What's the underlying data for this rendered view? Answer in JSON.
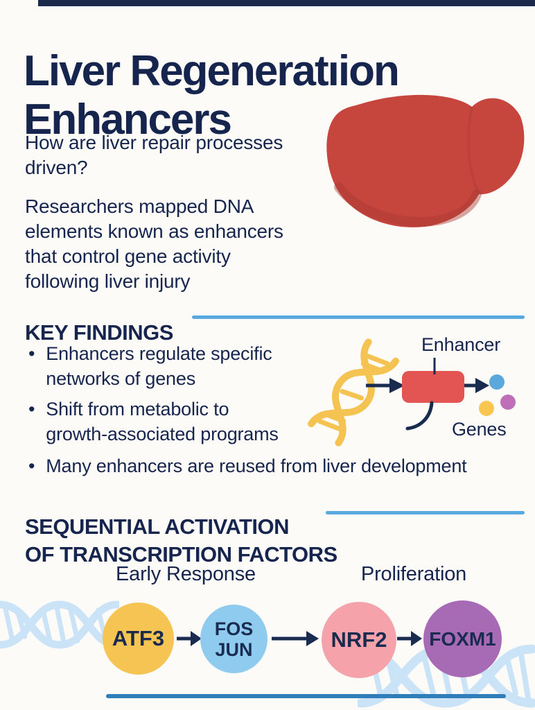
{
  "colors": {
    "background": "#FDFBF8",
    "navy": "#16254D",
    "accent_rule": "#57A9E0",
    "bottom_rule": "#2F7DB9",
    "top_bar": "#1B2A4A",
    "liver": "#C6463E",
    "liver_shade": "#A83A33",
    "dna_yellow": "#F5C351",
    "enhancer_box": "#E25552",
    "arrow": "#1A2B50",
    "dna_decor": "#CBE3F7",
    "gene_dot_blue": "#5BA8DC",
    "gene_dot_yellow": "#F9C64F",
    "gene_dot_purple": "#BF6EB8"
  },
  "header": {
    "title": "Liver Regeneratıion\nEnhancers",
    "question": "How are liver repair processes\ndriven?",
    "paragraph": "Researchers mapped DNA\nelements known as enhancers\nthat control gene activity\nfollowing liver injury"
  },
  "key_findings": {
    "heading": "KEY FINDINGS",
    "bullets": [
      "Enhancers regulate specific\nnetworks of genes",
      "Shift from metabolic to\ngrowth-associated programs",
      "Many enhancers are reused from liver development"
    ]
  },
  "enhancer_diagram": {
    "enhancer_label": "Enhancer",
    "genes_label": "Genes"
  },
  "sequential": {
    "heading": "SEQUENTIAL ACTIVATION\nOF TRANSCRIPTION FACTORS",
    "stages": [
      {
        "label": "Early Response"
      },
      {
        "label": "Proliferation"
      }
    ],
    "nodes": [
      {
        "label": "ATF3",
        "color": "#F6C453"
      },
      {
        "label": "FOS\nJUN",
        "color": "#8FCBEE"
      },
      {
        "label": "NRF2",
        "color": "#F5A2AA"
      },
      {
        "label": "FOXM1",
        "color": "#A76BB5"
      }
    ]
  }
}
